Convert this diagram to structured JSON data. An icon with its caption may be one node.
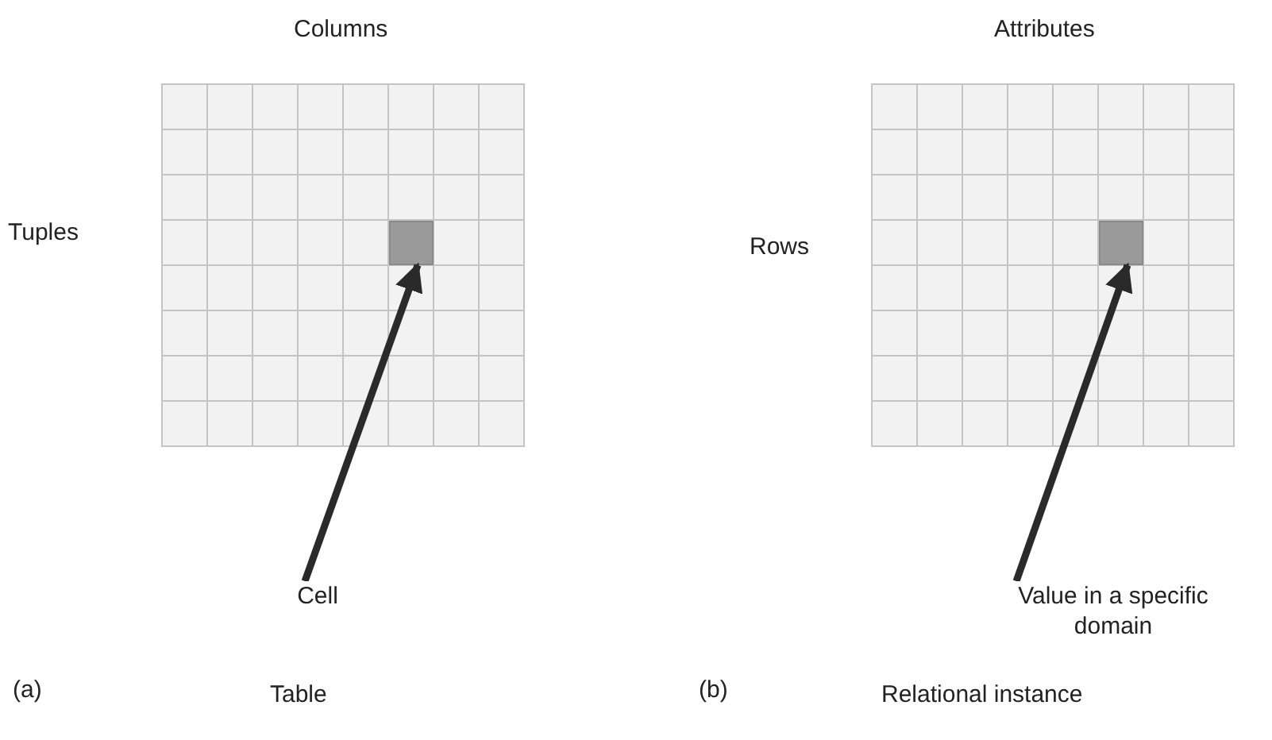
{
  "diagram": {
    "nodes": [
      {
        "text": [],
        "shape": "box"
      },
      {
        "text": [
          "Cell"
        ]
      },
      {
        "text": [],
        "shape": "box"
      },
      {
        "text": [
          "Value in a specific domain"
        ]
      }
    ],
    "edges": [
      {
        "from": 1,
        "to": 0,
        "arrow": "to"
      },
      {
        "from": 3,
        "to": 2,
        "arrow": "to"
      }
    ],
    "labels": [
      "Columns",
      "Attributes",
      "Tuples",
      "Rows",
      "(a)",
      "Table",
      "(b)",
      "Relational instance"
    ]
  }
}
